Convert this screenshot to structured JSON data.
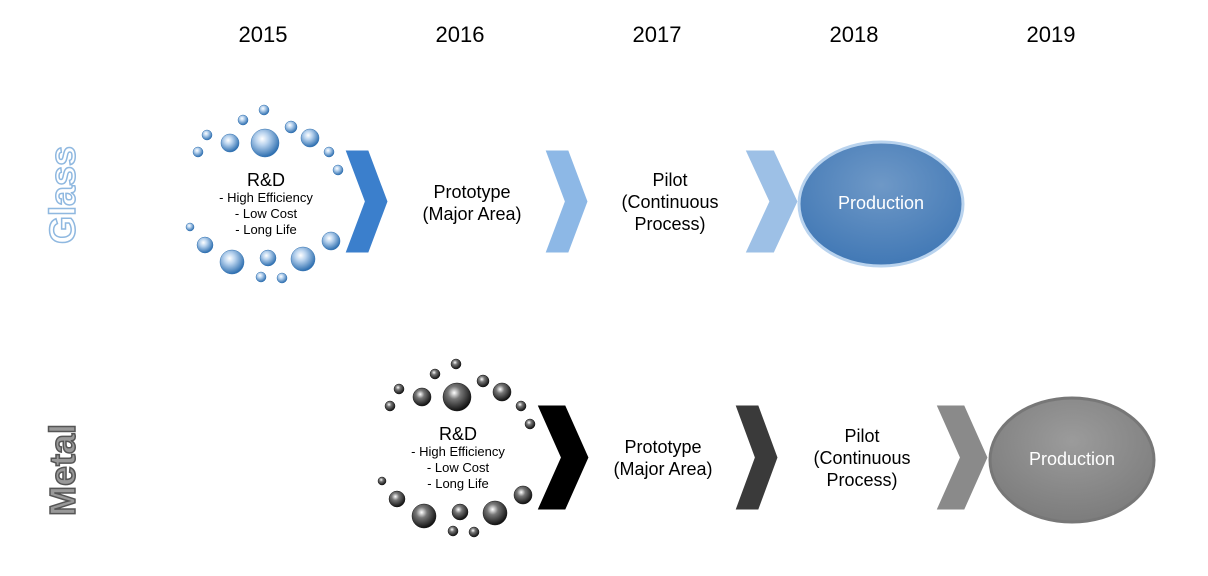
{
  "years": [
    "2015",
    "2016",
    "2017",
    "2018",
    "2019"
  ],
  "rows": [
    {
      "label": "Glass",
      "rd": {
        "title": "R&D",
        "items": [
          "- High Efficiency",
          "- Low Cost",
          "- Long Life"
        ]
      },
      "prototype": [
        "Prototype",
        "(Major Area)"
      ],
      "pilot": [
        "Pilot",
        "(Continuous",
        "Process)"
      ],
      "production": "Production",
      "colors": {
        "bubble_dark": "#2e6fb0",
        "bubble_light": "#b9d3ee",
        "chevron1": "#3b7fcc",
        "chevron2": "#8db8e6",
        "chevron3": "#9dc0e6",
        "ellipse": "#3e76b4",
        "label_stroke": "#8fb8e0"
      }
    },
    {
      "label": "Metal",
      "rd": {
        "title": "R&D",
        "items": [
          "- High Efficiency",
          "- Low Cost",
          "- Long Life"
        ]
      },
      "prototype": [
        "Prototype",
        "(Major Area)"
      ],
      "pilot": [
        "Pilot",
        "(Continuous",
        "Process)"
      ],
      "production": "Production",
      "colors": {
        "bubble_dark": "#111111",
        "bubble_light": "#777777",
        "chevron1": "#000000",
        "chevron2": "#3a3a3a",
        "chevron3": "#8a8a8a",
        "ellipse": "#7a7a7a",
        "label_stroke": "#555555"
      }
    }
  ]
}
